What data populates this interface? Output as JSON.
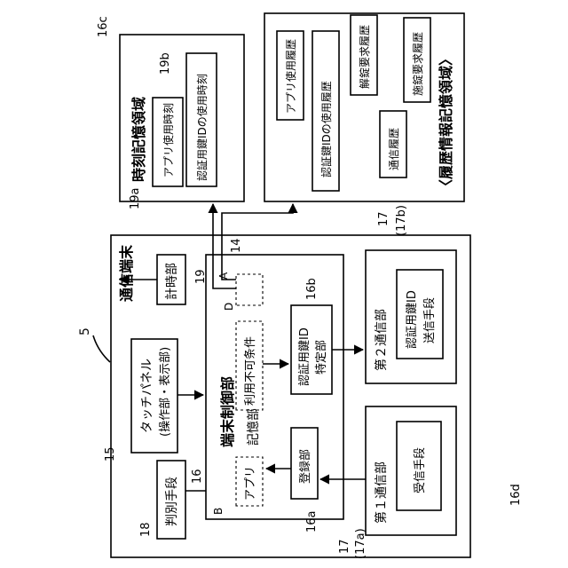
{
  "figure": {
    "terminal": {
      "ref": "5",
      "title": "通信端末"
    },
    "touch_panel": {
      "ref": "15",
      "line1": "タッチパネル",
      "line2": "(操作部・表示部)"
    },
    "judge": {
      "ref": "18",
      "label": "判別手段"
    },
    "clock": {
      "ref": "19",
      "label": "計時部"
    },
    "control": {
      "ref": "14",
      "title": "端末制御部",
      "memory_label": "記憶部",
      "app_label": "アプリ",
      "condition_label": "利用不可条件",
      "ref_16": "16",
      "ref_a": "A",
      "ref_b": "B",
      "ref_d": "D",
      "register": {
        "ref": "16a",
        "label": "登録部"
      },
      "key_identify": {
        "ref": "16b",
        "line1": "認証用鍵ID",
        "line2": "特定部"
      }
    },
    "comm2": {
      "ref": "17",
      "ref_sub": "(17b)",
      "title": "第２通信部",
      "inner1": "認証用鍵ID",
      "inner2": "送信手段"
    },
    "comm1": {
      "ref": "17",
      "ref_sub": "(17a)",
      "title": "第１通信部",
      "inner": "受信手段"
    },
    "time_storage": {
      "ref": "16c",
      "title": "時刻記憶領域",
      "ref_a": "19a",
      "ref_b": "19b",
      "item_a": "アプリ使用時刻",
      "item_b": "認証用鍵IDの使用時刻"
    },
    "history_storage": {
      "ref": "16d",
      "title": "〈履歴情報記憶領域〉",
      "items": [
        "アプリ使用履歴",
        "認証鍵IDの使用履歴",
        "解錠要求履歴",
        "通信履歴",
        "施錠要求履歴"
      ]
    }
  }
}
